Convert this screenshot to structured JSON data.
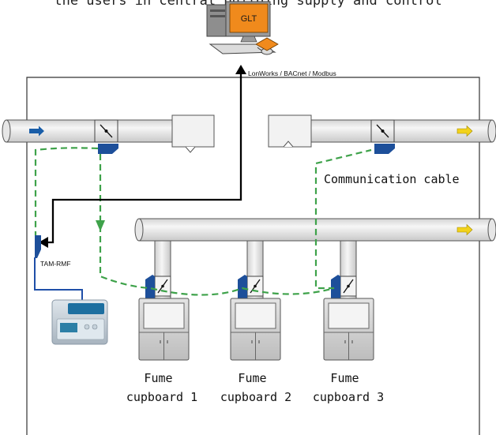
{
  "header": {
    "cut_text": "the users in central building supply and control"
  },
  "network": {
    "protocols_label": "LonWorks / BACnet / Modbus",
    "computer_label": "GLT"
  },
  "controller": {
    "label": "TAM-RMF"
  },
  "communication": {
    "cable_label": "Communication cable"
  },
  "fume_cupboards": [
    {
      "line1": "Fume",
      "line2": "cupboard 1"
    },
    {
      "line1": "Fume",
      "line2": "cupboard 2"
    },
    {
      "line1": "Fume",
      "line2": "cupboard 3"
    }
  ],
  "colors": {
    "duct_fill": "#eeeeee",
    "duct_stroke": "#555555",
    "supply_arrow": "#1a5ea8",
    "exhaust_arrow": "#f2d21b",
    "damper_blue": "#1d4f9a",
    "cable_green": "#3ea24a",
    "network_line": "#000000",
    "glt_orange": "#f08a1c",
    "controller_line": "#1f4fa8"
  },
  "icons": [
    "computer-icon",
    "damper-icon",
    "controller-panel-icon"
  ]
}
